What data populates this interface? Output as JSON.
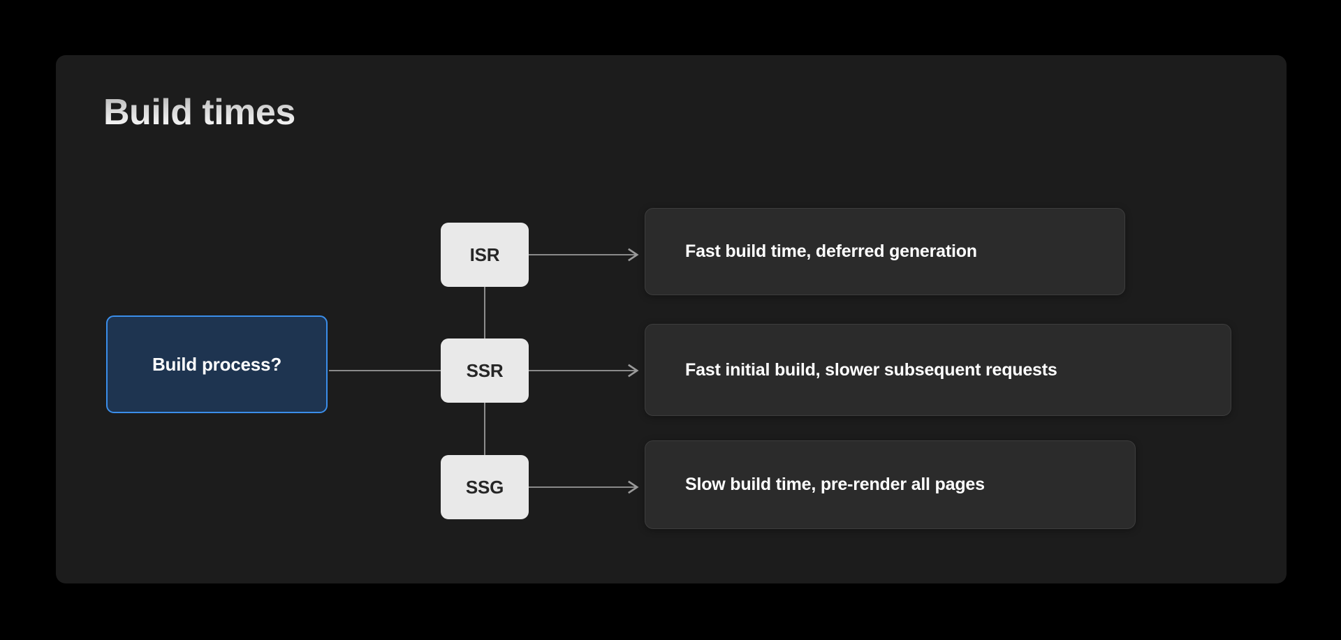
{
  "page": {
    "background_color": "#000000",
    "card_color": "#1c1c1c"
  },
  "title": "Build times",
  "diagram": {
    "type": "flowchart",
    "accent_color": "#3b8eea",
    "node_color": "#e9e9e9",
    "outcome_color": "#2b2b2b",
    "connector_color": "#9a9a9a",
    "root": {
      "label": "Build process?",
      "fill": "#1e3450",
      "border": "#3b8eea",
      "text_color": "#ffffff"
    },
    "branches": [
      {
        "key": "isr",
        "label": "ISR",
        "outcome": "Fast build time, deferred generation"
      },
      {
        "key": "ssr",
        "label": "SSR",
        "outcome": "Fast initial build, slower subsequent requests"
      },
      {
        "key": "ssg",
        "label": "SSG",
        "outcome": "Slow build time, pre-render all pages"
      }
    ]
  }
}
